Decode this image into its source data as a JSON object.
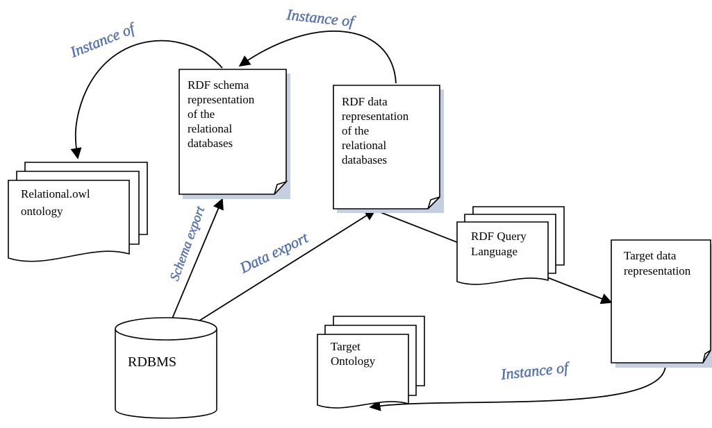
{
  "nodes": {
    "rdf_schema": {
      "lines": [
        "RDF schema",
        "representation",
        "of the",
        "relational",
        "databases"
      ]
    },
    "rdf_data": {
      "lines": [
        "RDF data",
        "representation",
        "of the",
        "relational",
        "databases"
      ]
    },
    "relational_owl": {
      "lines": [
        "Relational.owl",
        "ontology"
      ]
    },
    "rdf_query": {
      "lines": [
        "RDF Query",
        "Language"
      ]
    },
    "target_data": {
      "lines": [
        "Target data",
        "representation"
      ]
    },
    "target_ontology": {
      "lines": [
        "Target",
        "Ontology"
      ]
    },
    "rdbms": {
      "label": "RDBMS"
    }
  },
  "edges": {
    "instance_of_1": "Instance of",
    "instance_of_2": "Instance of",
    "instance_of_3": "Instance of",
    "schema_export": "Schema export",
    "data_export": "Data export"
  },
  "colors": {
    "wordart": "#5a7ab8",
    "line": "#000000"
  }
}
